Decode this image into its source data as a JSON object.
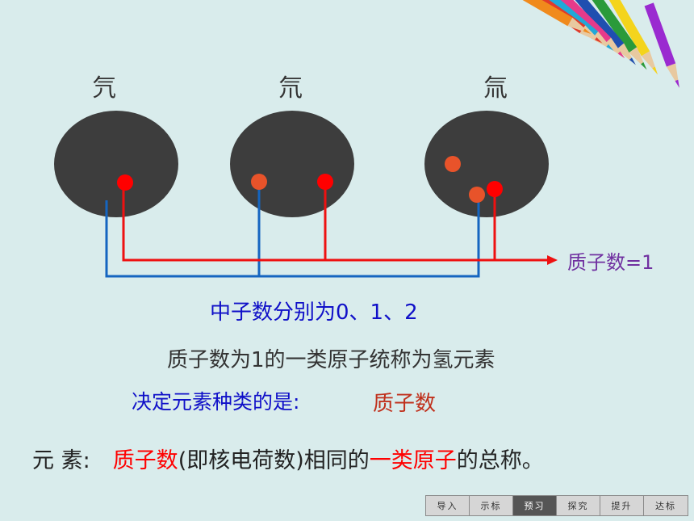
{
  "isotopes": {
    "protium_label": "氕",
    "deuterium_label": "氘",
    "tritium_label": "氚"
  },
  "diagram": {
    "proton_label": "质子数=1",
    "neutron_caption": "中子数分别为0、1、2"
  },
  "text": {
    "definition_line": "质子数为1的一类原子统称为氢元素",
    "question": "决定元素种类的是:",
    "answer": "质子数",
    "element_prefix": "元 素:",
    "element_key": "质子数",
    "element_mid": "(即核电荷数)相同的",
    "element_highlight": "一类原子",
    "element_suffix": "的总称。"
  },
  "nav": {
    "items": [
      "导入",
      "示标",
      "预习",
      "探究",
      "提升",
      "达标"
    ],
    "active": "预习"
  },
  "colors": {
    "background": "#d9ecec",
    "nucleus": "#3d3d3d",
    "proton": "#ff0000",
    "neutron": "#e8532a",
    "red_line": "#ee1111",
    "blue_line": "#1565c0",
    "purple_text": "#7030a0",
    "blue_text": "#1010c8"
  }
}
